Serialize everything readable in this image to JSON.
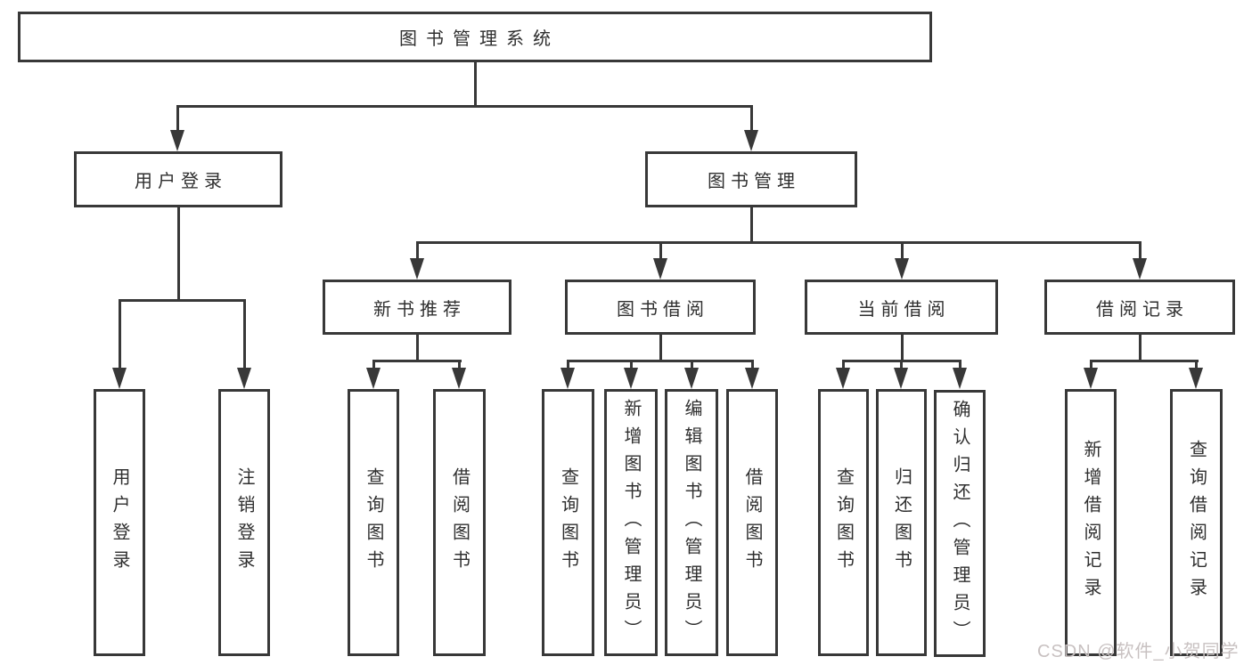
{
  "root": {
    "label": "图书管理系统"
  },
  "level1": [
    {
      "label": "用户登录"
    },
    {
      "label": "图书管理"
    }
  ],
  "level2": [
    {
      "label": "新书推荐"
    },
    {
      "label": "图书借阅"
    },
    {
      "label": "当前借阅"
    },
    {
      "label": "借阅记录"
    }
  ],
  "leaves": {
    "user_login": [
      "用户登录",
      "注销登录"
    ],
    "new_book_recommend": [
      "查询图书",
      "借阅图书"
    ],
    "book_borrow": [
      "查询图书",
      "新增图书（管理员）",
      "编辑图书（管理员）",
      "借阅图书"
    ],
    "current_borrow": [
      "查询图书",
      "归还图书",
      "确认归还（管理员）"
    ],
    "borrow_record": [
      "新增借阅记录",
      "查询借阅记录"
    ]
  },
  "watermark": "CSDN @软件_小贺同学",
  "colors": {
    "line": "#383838",
    "text": "#2f2f2f",
    "background": "#ffffff",
    "watermark": "#c8c1c1"
  }
}
